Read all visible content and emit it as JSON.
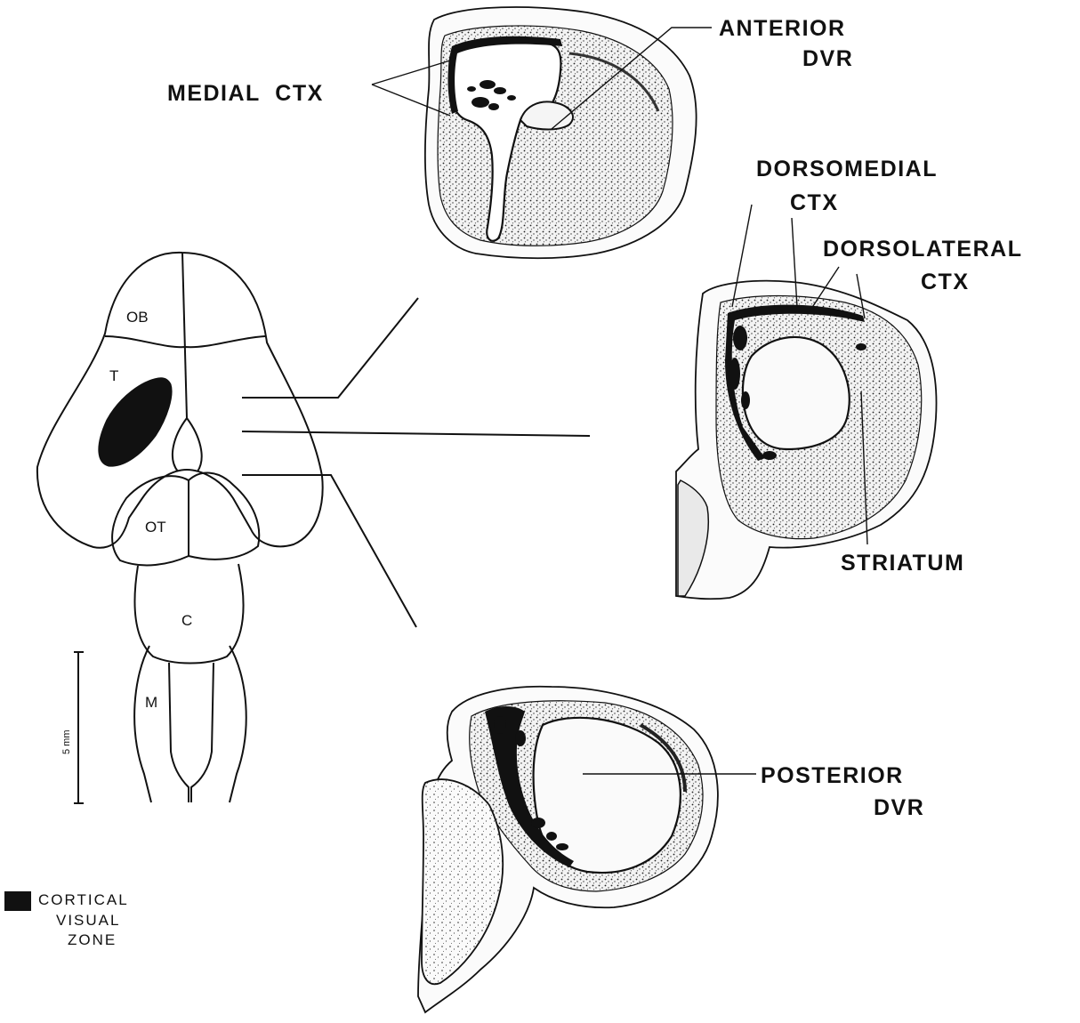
{
  "labels": {
    "medial_ctx": "MEDIAL  CTX",
    "anterior": "ANTERIOR",
    "anterior_dvr": "DVR",
    "dorsomedial": "DORSOMEDIAL",
    "dorsomedial_ctx": "CTX",
    "dorsolateral": "DORSOLATERAL",
    "dorsolateral_ctx": "CTX",
    "striatum": "STRIATUM",
    "posterior": "POSTERIOR",
    "posterior_dvr": "DVR"
  },
  "brain_regions": {
    "olfactory_bulb": "OB",
    "telencephalon": "T",
    "optic_tectum": "OT",
    "cerebellum": "C",
    "medulla": "M"
  },
  "scale_bar": {
    "label": "5 mm"
  },
  "legend": {
    "lines": [
      "CORTICAL",
      "VISUAL",
      "ZONE"
    ],
    "swatch_color": "#111111"
  }
}
